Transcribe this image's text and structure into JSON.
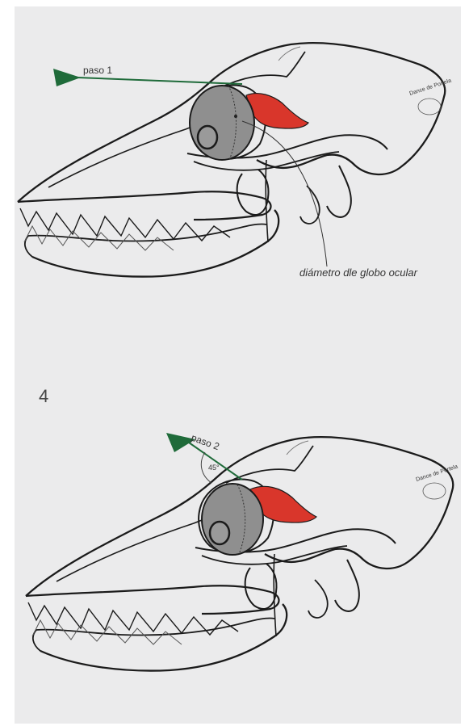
{
  "figure_number": "4",
  "top_diagram": {
    "step_label": "paso 1",
    "annotation": "diámetro dle globo ocular",
    "logo_text": "Dance de Portela"
  },
  "bottom_diagram": {
    "step_label": "paso 2",
    "angle_label": "45°",
    "logo_text": "Dance de Portela"
  },
  "colors": {
    "background": "#ebebec",
    "pointer": "#1f6b3a",
    "muscle": "#d9362b",
    "eyeball": "#8f8f8f",
    "outline": "#1b1b1b"
  }
}
